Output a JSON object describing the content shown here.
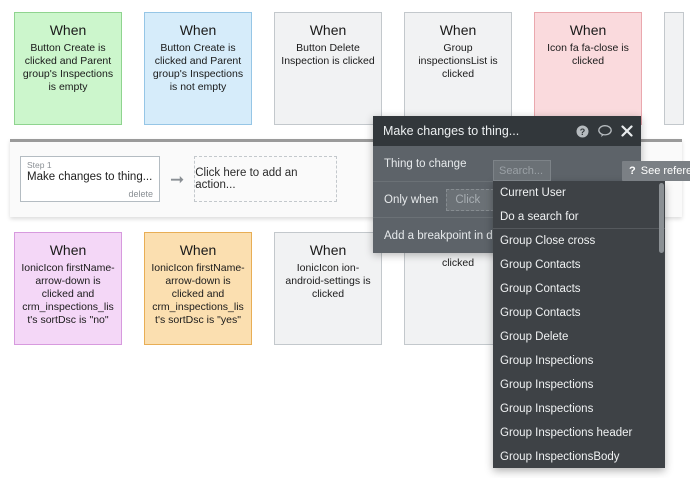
{
  "events_top": [
    {
      "title": "When",
      "desc": "Button Create is clicked and Parent group's Inspections is empty",
      "color": "green"
    },
    {
      "title": "When",
      "desc": "Button Create is clicked and Parent group's Inspections is not empty",
      "color": "blue"
    },
    {
      "title": "When",
      "desc": "Button Delete Inspection is clicked",
      "color": "grey"
    },
    {
      "title": "When",
      "desc": "Group inspectionsList is clicked",
      "color": "grey"
    },
    {
      "title": "When",
      "desc": "Icon fa fa-close is clicked",
      "color": "pink"
    },
    {
      "title": "",
      "desc": "",
      "color": "grey"
    }
  ],
  "events_bottom": [
    {
      "title": "When",
      "desc": "IonicIcon firstName-arrow-down is clicked and crm_inspections_list's sortDsc is \"no\"",
      "color": "purple"
    },
    {
      "title": "When",
      "desc": "IonicIcon firstName-arrow-down is clicked and crm_inspections_list's sortDsc is \"yes\"",
      "color": "orange"
    },
    {
      "title": "When",
      "desc": "IonicIcon ion-android-settings is clicked",
      "color": "grey"
    },
    {
      "title": "",
      "desc": "MaterialIcon ca clicked",
      "color": "grey"
    },
    {
      "title": "",
      "desc": "",
      "color": "grey"
    }
  ],
  "workflow": {
    "step_number": "Step 1",
    "step_title": "Make changes to thing...",
    "delete_label": "delete",
    "arrow_icon": "arrow-right-icon",
    "add_action_label": "Click here to add an action..."
  },
  "dialog": {
    "title": "Make changes to thing...",
    "icons": [
      {
        "name": "help-icon"
      },
      {
        "name": "comment-icon"
      },
      {
        "name": "close-icon"
      }
    ],
    "rows": [
      {
        "label": "Thing to change",
        "input_value": ""
      },
      {
        "label": "Only when",
        "input_value": "Click"
      },
      {
        "label": "Add a breakpoint in deb",
        "input_value": ""
      }
    ]
  },
  "search": {
    "placeholder": "Search...",
    "value": ""
  },
  "dropdown": {
    "items": [
      {
        "label": "Current User",
        "separator": false
      },
      {
        "label": "Do a search for",
        "separator": true
      },
      {
        "label": "Group Close cross",
        "separator": false
      },
      {
        "label": "Group Contacts",
        "separator": false
      },
      {
        "label": "Group Contacts",
        "separator": false
      },
      {
        "label": "Group Contacts",
        "separator": false
      },
      {
        "label": "Group Delete",
        "separator": false
      },
      {
        "label": "Group Inspections",
        "separator": false
      },
      {
        "label": "Group Inspections",
        "separator": false
      },
      {
        "label": "Group Inspections",
        "separator": false
      },
      {
        "label": "Group Inspections header",
        "separator": false
      },
      {
        "label": "Group InspectionsBody",
        "separator": false
      }
    ]
  },
  "see_reference": {
    "icon": "question-mark-icon",
    "label": "See referen"
  },
  "colors": {
    "green": "#ccf6cc",
    "blue": "#d6ecfa",
    "grey": "#f1f2f3",
    "pink": "#fadadd",
    "purple": "#f4d7f7",
    "orange": "#fbdfb0",
    "dialog_header": "#32373b",
    "dialog_body": "#5d6369",
    "dropdown_bg": "#3e4246"
  }
}
